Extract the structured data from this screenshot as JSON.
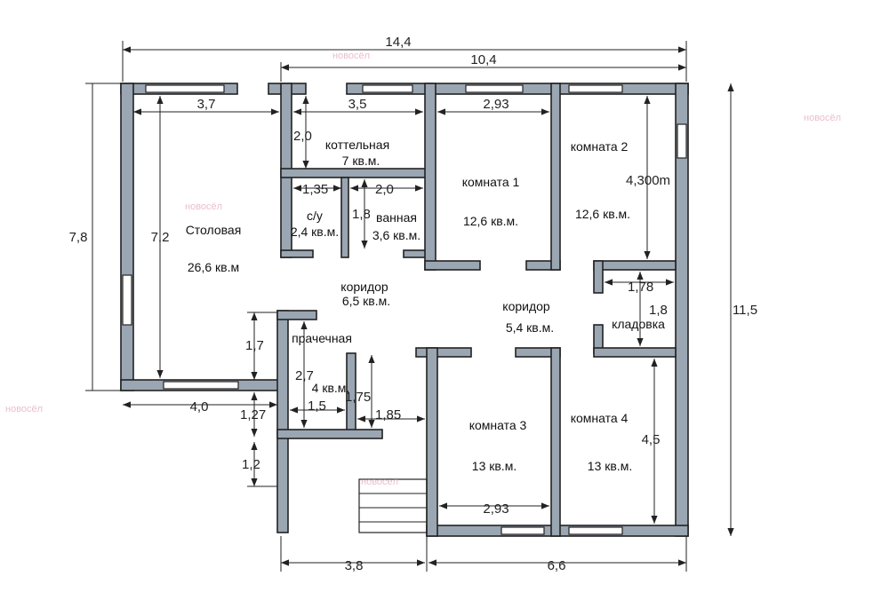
{
  "dimensions": {
    "total_width": "14,4",
    "house_width": "10,4",
    "dining_width": "3,7",
    "boiler_width": "3,5",
    "room1_width": "2,93",
    "boiler_height": "2,0",
    "wc_width": "1,35",
    "bath_width": "2,0",
    "bath_height": "1,8",
    "dining_height": "7,2",
    "left_height": "7,8",
    "total_height": "11,5",
    "room2_height": "4,300m",
    "storage_width": "1,78",
    "storage_height": "1,8",
    "room4_height": "4,5",
    "room3_width": "2,93",
    "laundry_upper": "1,7",
    "laundry_height": "2,7",
    "laundry_width": "1,5",
    "hall_nook_height": "1,75",
    "hall_nook_width": "1,85",
    "dining_bottom": "4,0",
    "laundry_mid": "1,27",
    "porch_height": "1,2",
    "bottom_left": "3,8",
    "bottom_right": "6,6"
  },
  "rooms": {
    "boiler": {
      "name": "коттельная",
      "area": "7 кв.м."
    },
    "dining": {
      "name": "Столовая",
      "area": "26,6 кв.м"
    },
    "wc": {
      "name": "с/у",
      "area": "2,4 кв.м."
    },
    "bath": {
      "name": "ванная",
      "area": "3,6 кв.м."
    },
    "room1": {
      "name": "комната 1",
      "area": "12,6 кв.м."
    },
    "room2": {
      "name": "комната 2",
      "area": "12,6 кв.м."
    },
    "corridor1": {
      "name": "коридор",
      "area": "6,5 кв.м."
    },
    "corridor2": {
      "name": "коридор",
      "area": "5,4 кв.м."
    },
    "storage": {
      "name": "кладовка"
    },
    "laundry": {
      "name": "прачечная",
      "area": "4 кв.м."
    },
    "room3": {
      "name": "комната 3",
      "area": "13 кв.м."
    },
    "room4": {
      "name": "комната 4",
      "area": "13 кв.м."
    }
  },
  "watermark": {
    "text": "новосёл"
  },
  "colors": {
    "wall_fill": "#9aa6b2",
    "line": "#222222",
    "watermark": "#d88aa0"
  }
}
